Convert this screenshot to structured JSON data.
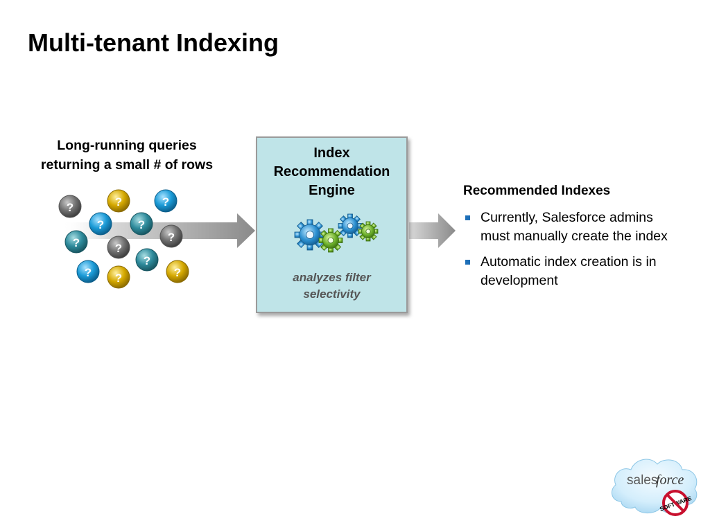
{
  "slide": {
    "title": "Multi-tenant Indexing"
  },
  "input": {
    "caption_lines": [
      "Long-running queries",
      "returning a small # of rows"
    ],
    "query_glyph": "?",
    "colors": {
      "gray": "#6e6e6e",
      "gold": "#c9a000",
      "blue": "#1a9ad6",
      "teal": "#2e8b9c"
    }
  },
  "engine": {
    "title_lines": [
      "Index",
      "Recommendation",
      "Engine"
    ],
    "subtitle_lines": [
      "analyzes filter",
      "selectivity"
    ],
    "icon": "gears-icon"
  },
  "output": {
    "heading": "Recommended Indexes",
    "bullets": [
      {
        "lines": [
          "Currently, Salesforce admins",
          "must manually create the index"
        ]
      },
      {
        "lines": [
          "Automatic index creation is in",
          "development"
        ]
      }
    ]
  },
  "logo": {
    "wordmark_a": "sales",
    "wordmark_b": "force",
    "badge": "SOFTWARE"
  }
}
